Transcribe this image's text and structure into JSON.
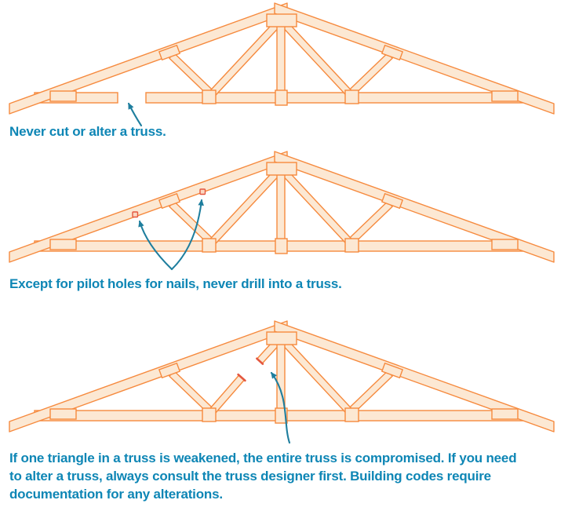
{
  "title": "Truss alteration warnings diagram",
  "colors": {
    "background": "#ffffff",
    "outline": "#f68a3e",
    "wood_fill": "#fce8d3",
    "cut_mark": "#e4573f",
    "hole_fill": "#fbd7c0",
    "caption_text": "#0e86b5",
    "arrow": "#1e7e9e"
  },
  "figures": [
    {
      "id": "truss-cut-bottom-chord",
      "annotation": "cut-gap-in-bottom-chord",
      "caption": "Never cut or alter a truss."
    },
    {
      "id": "truss-drill-holes",
      "annotation": "two-drill-holes-in-top-chord",
      "caption": "Except for pilot holes for nails, never drill into a truss."
    },
    {
      "id": "truss-cut-web-diagonal",
      "annotation": "severed-web-diagonal",
      "caption": "If one triangle in a truss is weakened, the entire truss is compromised. If you need\nto alter a truss, always consult the truss designer first. Building codes require\ndocumentation for any alterations."
    }
  ]
}
